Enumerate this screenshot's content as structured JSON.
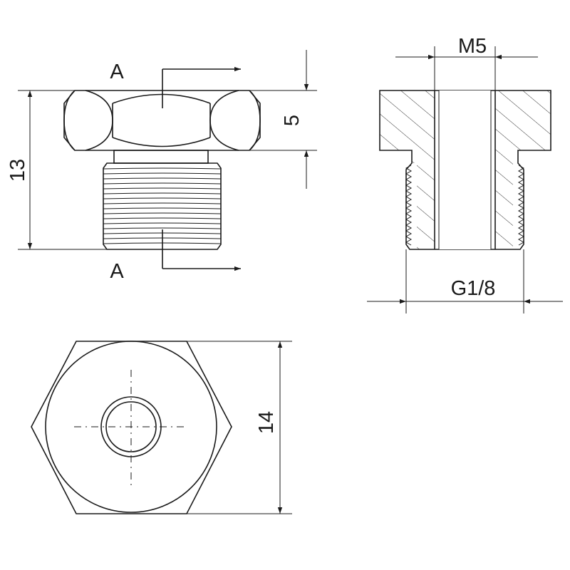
{
  "section_labels": {
    "top": "A",
    "bottom": "A"
  },
  "dimensions": {
    "overall_height": "13",
    "hex_height": "5",
    "across_flats": "14",
    "inner_thread": "M5",
    "outer_thread": "G1/8"
  },
  "colors": {
    "line": "#1a1a1a",
    "background": "#ffffff"
  }
}
